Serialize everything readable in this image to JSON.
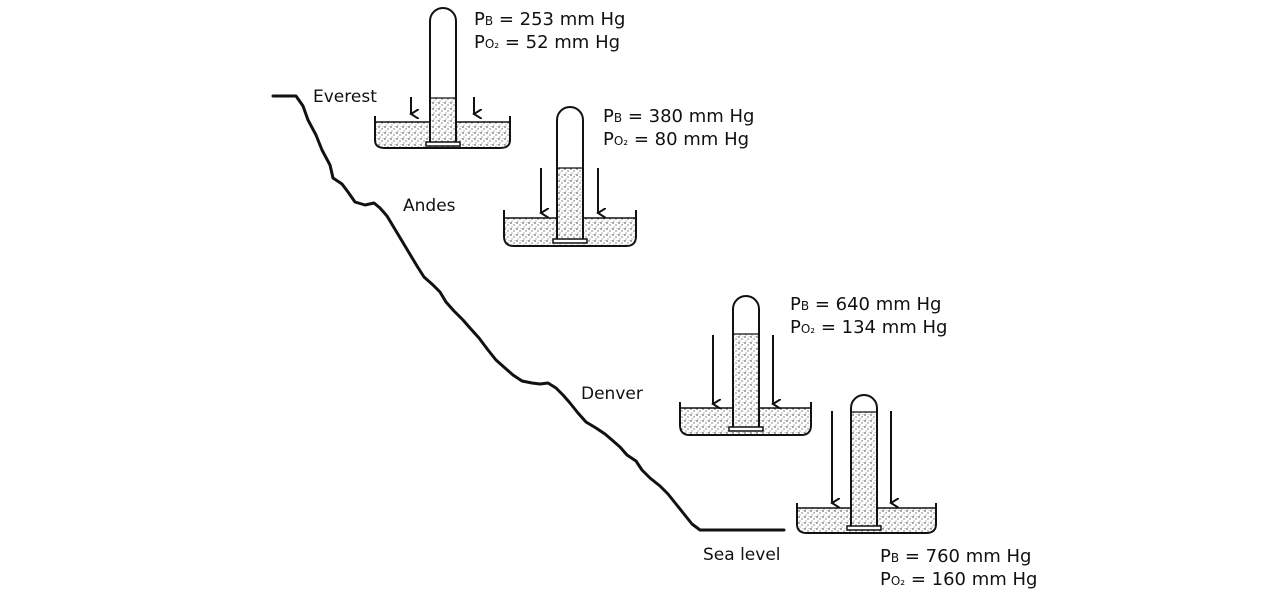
{
  "places": {
    "everest": "Everest",
    "andes": "Andes",
    "denver": "Denver",
    "sea_level": "Sea level"
  },
  "barometers": [
    {
      "place": "Everest",
      "pb": {
        "symbol": "P",
        "subscript": "B",
        "eq": " = 253 mm Hg"
      },
      "po2": {
        "symbol": "P",
        "subscript": "O₂",
        "eq": " = 52 mm Hg"
      },
      "arrow_size": "small",
      "fill_fraction": 0.28
    },
    {
      "place": "Andes",
      "pb": {
        "symbol": "P",
        "subscript": "B",
        "eq": " = 380 mm Hg"
      },
      "po2": {
        "symbol": "P",
        "subscript": "O₂",
        "eq": " = 80 mm Hg"
      },
      "arrow_size": "medium",
      "fill_fraction": 0.56
    },
    {
      "place": "Denver",
      "pb": {
        "symbol": "P",
        "subscript": "B",
        "eq": " = 640 mm Hg"
      },
      "po2": {
        "symbol": "P",
        "subscript": "O₂",
        "eq": " = 134 mm Hg"
      },
      "arrow_size": "large",
      "fill_fraction": 0.7
    },
    {
      "place": "Sea level",
      "pb": {
        "symbol": "P",
        "subscript": "B",
        "eq": " = 760 mm Hg"
      },
      "po2": {
        "symbol": "P",
        "subscript": "O₂",
        "eq": " = 160 mm Hg"
      },
      "arrow_size": "large",
      "fill_fraction": 0.86
    }
  ],
  "colors": {
    "ink": "#111111",
    "mercury_fill": "#d9d9d9",
    "background": "#ffffff"
  }
}
